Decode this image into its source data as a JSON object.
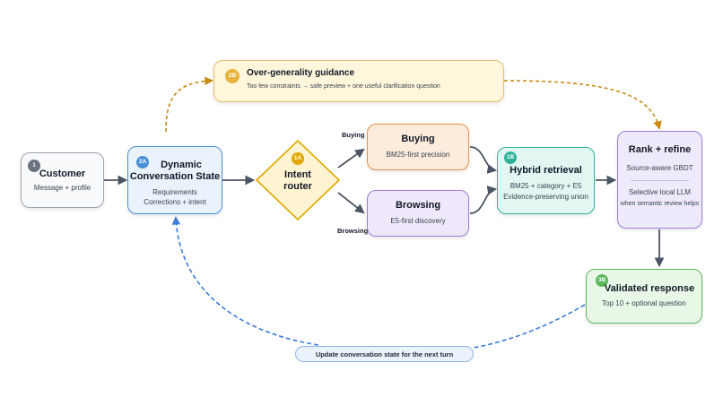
{
  "nodes": {
    "customer": {
      "badge": "1",
      "title": "Customer",
      "sub": "Message + profile"
    },
    "state": {
      "badge": "2A",
      "title_line1": "Dynamic",
      "title_line2": "Conversation State",
      "sub_line1": "Requirements",
      "sub_line2": "Corrections + intent"
    },
    "router": {
      "badge": "1A",
      "title_line1": "Intent",
      "title_line2": "router"
    },
    "buying": {
      "title": "Buying",
      "sub": "BM25-first precision"
    },
    "browsing": {
      "title": "Browsing",
      "sub": "E5-first discovery"
    },
    "hybrid": {
      "badge": "1B",
      "title": "Hybrid retrieval",
      "sub_line1": "BM25 + category + E5",
      "sub_line2": "Evidence-preserving union"
    },
    "rank": {
      "title": "Rank + refine",
      "sub_line1": "Source-aware GBDT",
      "sub_line2": "Selective local LLM",
      "sub_line3": "when semantic review helps"
    },
    "validated": {
      "badge": "3B",
      "title": "Validated response",
      "sub": "Top 10 + optional question"
    },
    "guidance": {
      "badge": "2B",
      "title": "Over-generality guidance",
      "sub": "Too few constraints → safe preview + one useful clarification question"
    },
    "update": {
      "label": "Update conversation state for the next turn"
    }
  },
  "edge_labels": {
    "buying": "Buying",
    "browsing": "Browsing"
  },
  "colors": {
    "gray": "#6b7280",
    "blue": "#4a90d9",
    "amber": "#e0a800",
    "orange": "#e8914a",
    "purple": "#9b7ed6",
    "teal": "#2eb39a",
    "green": "#5cb85c",
    "arrow": "#4b5563"
  }
}
